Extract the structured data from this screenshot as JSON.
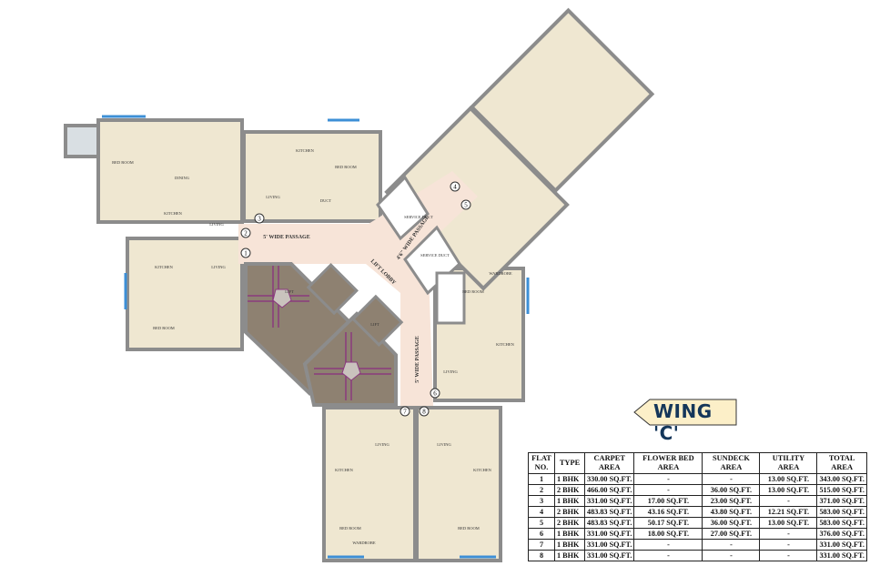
{
  "wing_label": "WING 'C'",
  "plan": {
    "passage_labels": [
      "5' WIDE PASSAGE",
      "LIFT LOBBY",
      "4'6\" WIDE PASSAGE",
      "5' WIDE PASSAGE"
    ],
    "flat_numbers": [
      "1",
      "2",
      "3",
      "4",
      "5",
      "6",
      "7",
      "8"
    ],
    "room_labels": [
      "BED ROOM",
      "LIVING",
      "KITCHEN",
      "DINING",
      "BED ROOM",
      "LIVING",
      "KITCHEN",
      "BED ROOM",
      "LIVING",
      "KITCHEN",
      "BED ROOM",
      "LIVING",
      "KITCHEN",
      "LIVING",
      "LIVING",
      "KITCHEN",
      "KITCHEN",
      "BED ROOM",
      "BED ROOM",
      "LIFT",
      "LIFT",
      "SERVICE DUCT",
      "SERVICE DUCT",
      "DUCT",
      "WARDROBE",
      "WARDROBE"
    ],
    "colors": {
      "passage": "#f7e4d8",
      "unit": "#efe7d1",
      "wall": "#8c8c8c",
      "stair": "#8e8171",
      "stair_lines": "#8a3a7e",
      "window": "#3d8fd6"
    }
  },
  "table": {
    "headers": [
      "FLAT NO.",
      "TYPE",
      "CARPET AREA",
      "FLOWER BED AREA",
      "SUNDECK AREA",
      "UTILITY AREA",
      "TOTAL AREA"
    ],
    "rows": [
      [
        "1",
        "1 BHK",
        "330.00 SQ.FT.",
        "-",
        "-",
        "13.00 SQ.FT.",
        "343.00 SQ.FT."
      ],
      [
        "2",
        "2 BHK",
        "466.00 SQ.FT.",
        "-",
        "36.00 SQ.FT.",
        "13.00 SQ.FT.",
        "515.00 SQ.FT."
      ],
      [
        "3",
        "1 BHK",
        "331.00 SQ.FT.",
        "17.00 SQ.FT.",
        "23.00 SQ.FT.",
        "-",
        "371.00 SQ.FT."
      ],
      [
        "4",
        "2 BHK",
        "483.83 SQ.FT.",
        "43.16 SQ.FT.",
        "43.80 SQ.FT.",
        "12.21 SQ.FT.",
        "583.00 SQ.FT."
      ],
      [
        "5",
        "2 BHK",
        "483.83 SQ.FT.",
        "50.17 SQ.FT.",
        "36.00 SQ.FT.",
        "13.00 SQ.FT.",
        "583.00 SQ.FT."
      ],
      [
        "6",
        "1 BHK",
        "331.00 SQ.FT.",
        "18.00 SQ.FT.",
        "27.00 SQ.FT.",
        "-",
        "376.00 SQ.FT."
      ],
      [
        "7",
        "1 BHK",
        "331.00 SQ.FT.",
        "-",
        "-",
        "-",
        "331.00 SQ.FT."
      ],
      [
        "8",
        "1 BHK",
        "331.00 SQ.FT.",
        "-",
        "-",
        "-",
        "331.00 SQ.FT."
      ]
    ]
  }
}
